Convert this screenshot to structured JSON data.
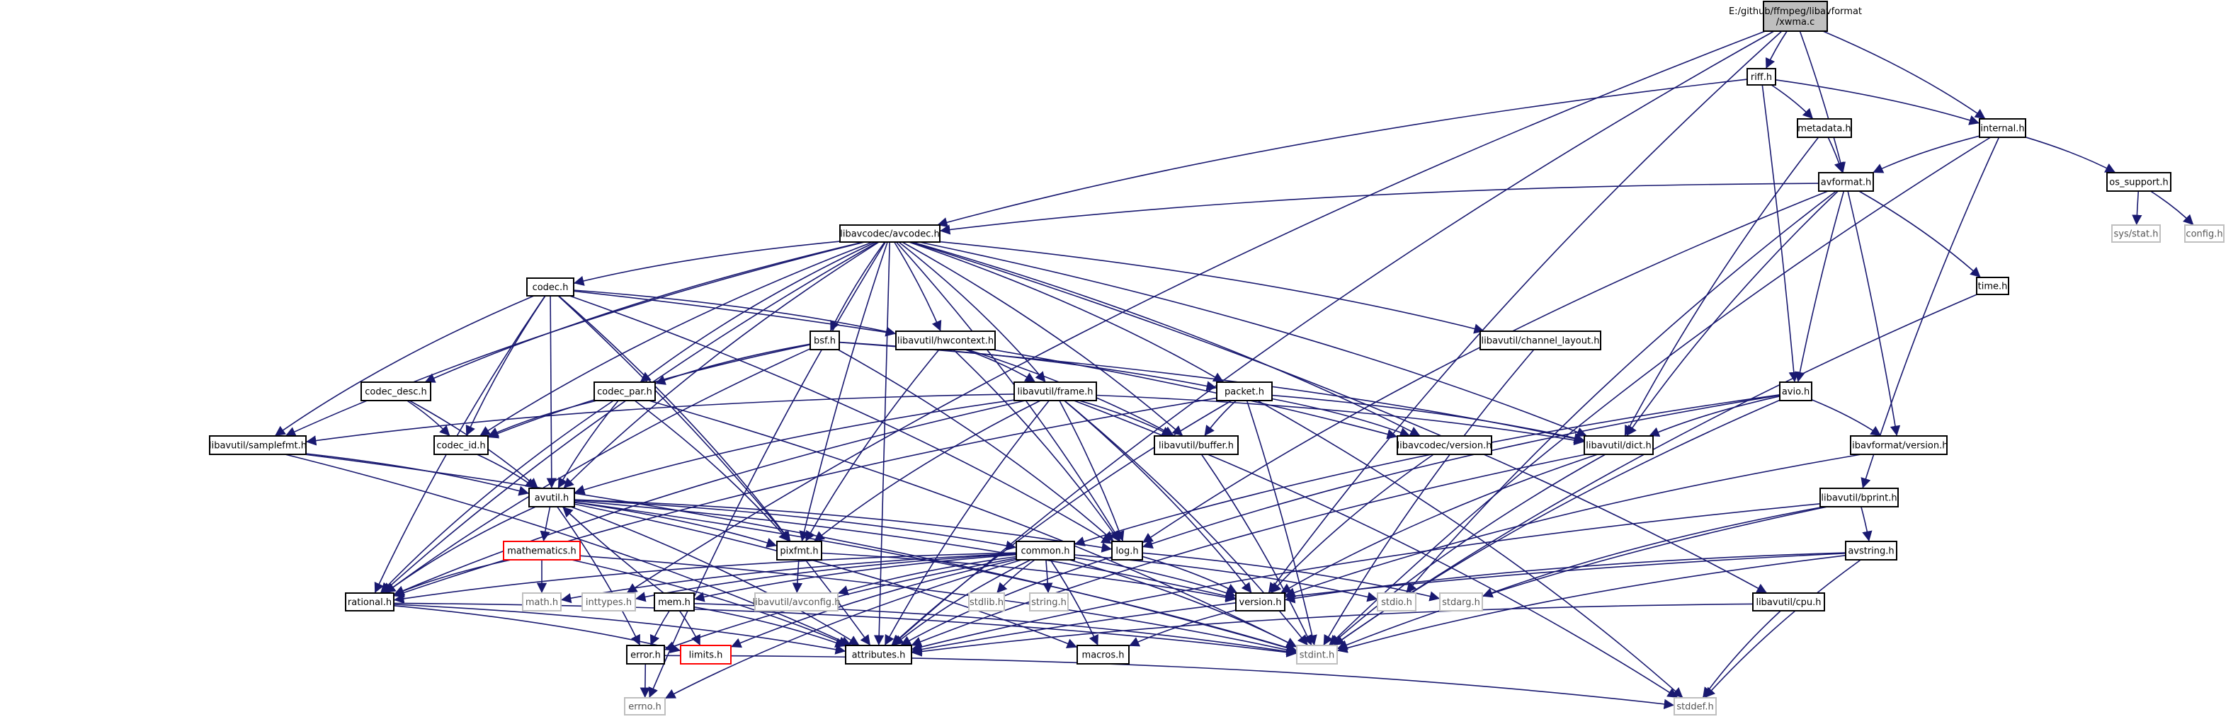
{
  "colors": {
    "edge": "#191970",
    "node_border": "#000000",
    "node_fill": "#ffffff",
    "root_fill": "#bfbfbf",
    "system_border": "#bfbfbf",
    "broken_border": "#ff0000",
    "text": "#000000",
    "dim_text": "#555555"
  },
  "nodes": [
    {
      "id": "root",
      "label": "E:/github/ffmpeg/libavformat\n/xwma.c",
      "kind": "root"
    },
    {
      "id": "riff",
      "label": "riff.h",
      "kind": "normal"
    },
    {
      "id": "metadata",
      "label": "metadata.h",
      "kind": "normal"
    },
    {
      "id": "internal",
      "label": "internal.h",
      "kind": "normal"
    },
    {
      "id": "avformat",
      "label": "avformat.h",
      "kind": "normal"
    },
    {
      "id": "os_support",
      "label": "os_support.h",
      "kind": "normal"
    },
    {
      "id": "sys_stat",
      "label": "sys/stat.h",
      "kind": "system"
    },
    {
      "id": "config",
      "label": "config.h",
      "kind": "system"
    },
    {
      "id": "avcodec",
      "label": "libavcodec/avcodec.h",
      "kind": "normal"
    },
    {
      "id": "time",
      "label": "time.h",
      "kind": "normal"
    },
    {
      "id": "codec",
      "label": "codec.h",
      "kind": "normal"
    },
    {
      "id": "bsf",
      "label": "bsf.h",
      "kind": "normal"
    },
    {
      "id": "hwcontext",
      "label": "libavutil/hwcontext.h",
      "kind": "normal"
    },
    {
      "id": "channel_layout",
      "label": "libavutil/channel_layout.h",
      "kind": "normal"
    },
    {
      "id": "codec_desc",
      "label": "codec_desc.h",
      "kind": "normal"
    },
    {
      "id": "codec_par",
      "label": "codec_par.h",
      "kind": "normal"
    },
    {
      "id": "frame",
      "label": "libavutil/frame.h",
      "kind": "normal"
    },
    {
      "id": "packet",
      "label": "packet.h",
      "kind": "normal"
    },
    {
      "id": "avio",
      "label": "avio.h",
      "kind": "normal"
    },
    {
      "id": "samplefmt",
      "label": "libavutil/samplefmt.h",
      "kind": "normal"
    },
    {
      "id": "codec_id",
      "label": "codec_id.h",
      "kind": "normal"
    },
    {
      "id": "buffer",
      "label": "libavutil/buffer.h",
      "kind": "normal"
    },
    {
      "id": "avcodec_version",
      "label": "libavcodec/version.h",
      "kind": "normal"
    },
    {
      "id": "dict",
      "label": "libavutil/dict.h",
      "kind": "normal"
    },
    {
      "id": "avformat_version",
      "label": "libavformat/version.h",
      "kind": "normal"
    },
    {
      "id": "avutil",
      "label": "avutil.h",
      "kind": "normal"
    },
    {
      "id": "bprint",
      "label": "libavutil/bprint.h",
      "kind": "normal"
    },
    {
      "id": "mathematics",
      "label": "mathematics.h",
      "kind": "broken"
    },
    {
      "id": "pixfmt",
      "label": "pixfmt.h",
      "kind": "normal"
    },
    {
      "id": "common",
      "label": "common.h",
      "kind": "normal"
    },
    {
      "id": "log",
      "label": "log.h",
      "kind": "normal"
    },
    {
      "id": "avstring",
      "label": "avstring.h",
      "kind": "normal"
    },
    {
      "id": "rational",
      "label": "rational.h",
      "kind": "normal"
    },
    {
      "id": "math",
      "label": "math.h",
      "kind": "system"
    },
    {
      "id": "inttypes",
      "label": "inttypes.h",
      "kind": "system"
    },
    {
      "id": "mem",
      "label": "mem.h",
      "kind": "normal"
    },
    {
      "id": "avconfig",
      "label": "libavutil/avconfig.h",
      "kind": "system"
    },
    {
      "id": "stdlib",
      "label": "stdlib.h",
      "kind": "system"
    },
    {
      "id": "string",
      "label": "string.h",
      "kind": "system"
    },
    {
      "id": "version",
      "label": "version.h",
      "kind": "normal"
    },
    {
      "id": "stdio",
      "label": "stdio.h",
      "kind": "system"
    },
    {
      "id": "stdarg",
      "label": "stdarg.h",
      "kind": "system"
    },
    {
      "id": "cpu",
      "label": "libavutil/cpu.h",
      "kind": "normal"
    },
    {
      "id": "error",
      "label": "error.h",
      "kind": "normal"
    },
    {
      "id": "limits",
      "label": "limits.h",
      "kind": "broken"
    },
    {
      "id": "attributes",
      "label": "attributes.h",
      "kind": "normal"
    },
    {
      "id": "macros",
      "label": "macros.h",
      "kind": "normal"
    },
    {
      "id": "stdint",
      "label": "stdint.h",
      "kind": "system"
    },
    {
      "id": "errno",
      "label": "errno.h",
      "kind": "system"
    },
    {
      "id": "stddef",
      "label": "stddef.h",
      "kind": "system"
    }
  ],
  "edges": [
    [
      "root",
      "riff"
    ],
    [
      "root",
      "internal"
    ],
    [
      "root",
      "avformat"
    ],
    [
      "root",
      "inttypes"
    ],
    [
      "root",
      "attributes"
    ],
    [
      "root",
      "version"
    ],
    [
      "riff",
      "metadata"
    ],
    [
      "riff",
      "internal"
    ],
    [
      "riff",
      "avcodec"
    ],
    [
      "riff",
      "avio"
    ],
    [
      "metadata",
      "avformat"
    ],
    [
      "metadata",
      "dict"
    ],
    [
      "internal",
      "avformat"
    ],
    [
      "internal",
      "os_support"
    ],
    [
      "internal",
      "bprint"
    ],
    [
      "internal",
      "stdint"
    ],
    [
      "os_support",
      "sys_stat"
    ],
    [
      "os_support",
      "config"
    ],
    [
      "avformat",
      "time"
    ],
    [
      "avformat",
      "avcodec"
    ],
    [
      "avformat",
      "avio"
    ],
    [
      "avformat",
      "avformat_version"
    ],
    [
      "avformat",
      "dict"
    ],
    [
      "avformat",
      "log"
    ],
    [
      "avformat",
      "stdio"
    ],
    [
      "time",
      "stdint"
    ],
    [
      "avcodec",
      "codec"
    ],
    [
      "avcodec",
      "bsf"
    ],
    [
      "avcodec",
      "hwcontext"
    ],
    [
      "avcodec",
      "channel_layout"
    ],
    [
      "avcodec",
      "codec_desc"
    ],
    [
      "avcodec",
      "codec_par"
    ],
    [
      "avcodec",
      "frame"
    ],
    [
      "avcodec",
      "packet"
    ],
    [
      "avcodec",
      "samplefmt"
    ],
    [
      "avcodec",
      "codec_id"
    ],
    [
      "avcodec",
      "buffer"
    ],
    [
      "avcodec",
      "avcodec_version"
    ],
    [
      "avcodec",
      "dict"
    ],
    [
      "avcodec",
      "avutil"
    ],
    [
      "avcodec",
      "pixfmt"
    ],
    [
      "avcodec",
      "rational"
    ],
    [
      "avcodec",
      "log"
    ],
    [
      "avcodec",
      "cpu"
    ],
    [
      "avcodec",
      "attributes"
    ],
    [
      "avcodec",
      "errno"
    ],
    [
      "codec",
      "hwcontext"
    ],
    [
      "codec",
      "samplefmt"
    ],
    [
      "codec",
      "codec_id"
    ],
    [
      "codec",
      "avutil"
    ],
    [
      "codec",
      "log"
    ],
    [
      "codec",
      "pixfmt"
    ],
    [
      "codec",
      "rational"
    ],
    [
      "codec",
      "avcodec_version"
    ],
    [
      "codec",
      "attributes"
    ],
    [
      "bsf",
      "codec_id"
    ],
    [
      "bsf",
      "codec_par"
    ],
    [
      "bsf",
      "packet"
    ],
    [
      "bsf",
      "dict"
    ],
    [
      "bsf",
      "log"
    ],
    [
      "bsf",
      "rational"
    ],
    [
      "hwcontext",
      "buffer"
    ],
    [
      "hwcontext",
      "frame"
    ],
    [
      "hwcontext",
      "log"
    ],
    [
      "hwcontext",
      "pixfmt"
    ],
    [
      "channel_layout",
      "stdint"
    ],
    [
      "codec_desc",
      "avutil"
    ],
    [
      "codec_desc",
      "codec_id"
    ],
    [
      "codec_par",
      "codec_id"
    ],
    [
      "codec_par",
      "avutil"
    ],
    [
      "codec_par",
      "pixfmt"
    ],
    [
      "codec_par",
      "rational"
    ],
    [
      "codec_par",
      "stdint"
    ],
    [
      "frame",
      "samplefmt"
    ],
    [
      "frame",
      "avutil"
    ],
    [
      "frame",
      "buffer"
    ],
    [
      "frame",
      "dict"
    ],
    [
      "frame",
      "pixfmt"
    ],
    [
      "frame",
      "rational"
    ],
    [
      "frame",
      "log"
    ],
    [
      "frame",
      "version"
    ],
    [
      "frame",
      "attributes"
    ],
    [
      "frame",
      "stdint"
    ],
    [
      "frame",
      "stddef"
    ],
    [
      "packet",
      "buffer"
    ],
    [
      "packet",
      "avcodec_version"
    ],
    [
      "packet",
      "dict"
    ],
    [
      "packet",
      "rational"
    ],
    [
      "packet",
      "attributes"
    ],
    [
      "packet",
      "stdint"
    ],
    [
      "packet",
      "stddef"
    ],
    [
      "avio",
      "dict"
    ],
    [
      "avio",
      "log"
    ],
    [
      "avio",
      "avformat_version"
    ],
    [
      "avio",
      "common"
    ],
    [
      "avio",
      "stdint"
    ],
    [
      "samplefmt",
      "avutil"
    ],
    [
      "samplefmt",
      "attributes"
    ],
    [
      "samplefmt",
      "stdint"
    ],
    [
      "codec_id",
      "avutil"
    ],
    [
      "buffer",
      "stdint"
    ],
    [
      "avcodec_version",
      "version"
    ],
    [
      "dict",
      "stdint"
    ],
    [
      "dict",
      "version"
    ],
    [
      "dict",
      "attributes"
    ],
    [
      "avformat_version",
      "version"
    ],
    [
      "avutil",
      "mathematics"
    ],
    [
      "avutil",
      "pixfmt"
    ],
    [
      "avutil",
      "common"
    ],
    [
      "avutil",
      "log"
    ],
    [
      "avutil",
      "rational"
    ],
    [
      "avutil",
      "error"
    ],
    [
      "avutil",
      "version"
    ],
    [
      "avutil",
      "attributes"
    ],
    [
      "avutil",
      "macros"
    ],
    [
      "avutil",
      "stdint"
    ],
    [
      "bprint",
      "avstring"
    ],
    [
      "bprint",
      "attributes"
    ],
    [
      "bprint",
      "stdarg"
    ],
    [
      "bprint",
      "stdint"
    ],
    [
      "mathematics",
      "rational"
    ],
    [
      "mathematics",
      "math"
    ],
    [
      "mathematics",
      "intfloat_placeholder"
    ],
    [
      "mathematics",
      "attributes"
    ],
    [
      "mathematics",
      "stdint"
    ],
    [
      "pixfmt",
      "avconfig"
    ],
    [
      "pixfmt",
      "version"
    ],
    [
      "common",
      "rational"
    ],
    [
      "common",
      "math"
    ],
    [
      "common",
      "inttypes"
    ],
    [
      "common",
      "mem"
    ],
    [
      "common",
      "avconfig"
    ],
    [
      "common",
      "stdlib"
    ],
    [
      "common",
      "string"
    ],
    [
      "common",
      "version"
    ],
    [
      "common",
      "stdio"
    ],
    [
      "common",
      "limits"
    ],
    [
      "common",
      "attributes"
    ],
    [
      "common",
      "macros"
    ],
    [
      "common",
      "stdint"
    ],
    [
      "common",
      "errno"
    ],
    [
      "common",
      "error"
    ],
    [
      "log",
      "version"
    ],
    [
      "log",
      "attributes"
    ],
    [
      "log",
      "stdarg"
    ],
    [
      "avstring",
      "version"
    ],
    [
      "avstring",
      "attributes"
    ],
    [
      "avstring",
      "stddef"
    ],
    [
      "avstring",
      "stdint"
    ],
    [
      "rational",
      "attributes"
    ],
    [
      "rational",
      "stdint"
    ],
    [
      "rational",
      "limits"
    ],
    [
      "mem",
      "error"
    ],
    [
      "mem",
      "limits"
    ],
    [
      "mem",
      "attributes"
    ],
    [
      "mem",
      "stdint"
    ],
    [
      "mem",
      "avutil"
    ],
    [
      "version",
      "macros"
    ],
    [
      "cpu",
      "attributes"
    ],
    [
      "cpu",
      "stddef"
    ],
    [
      "error",
      "errno"
    ],
    [
      "error",
      "stddef"
    ]
  ]
}
